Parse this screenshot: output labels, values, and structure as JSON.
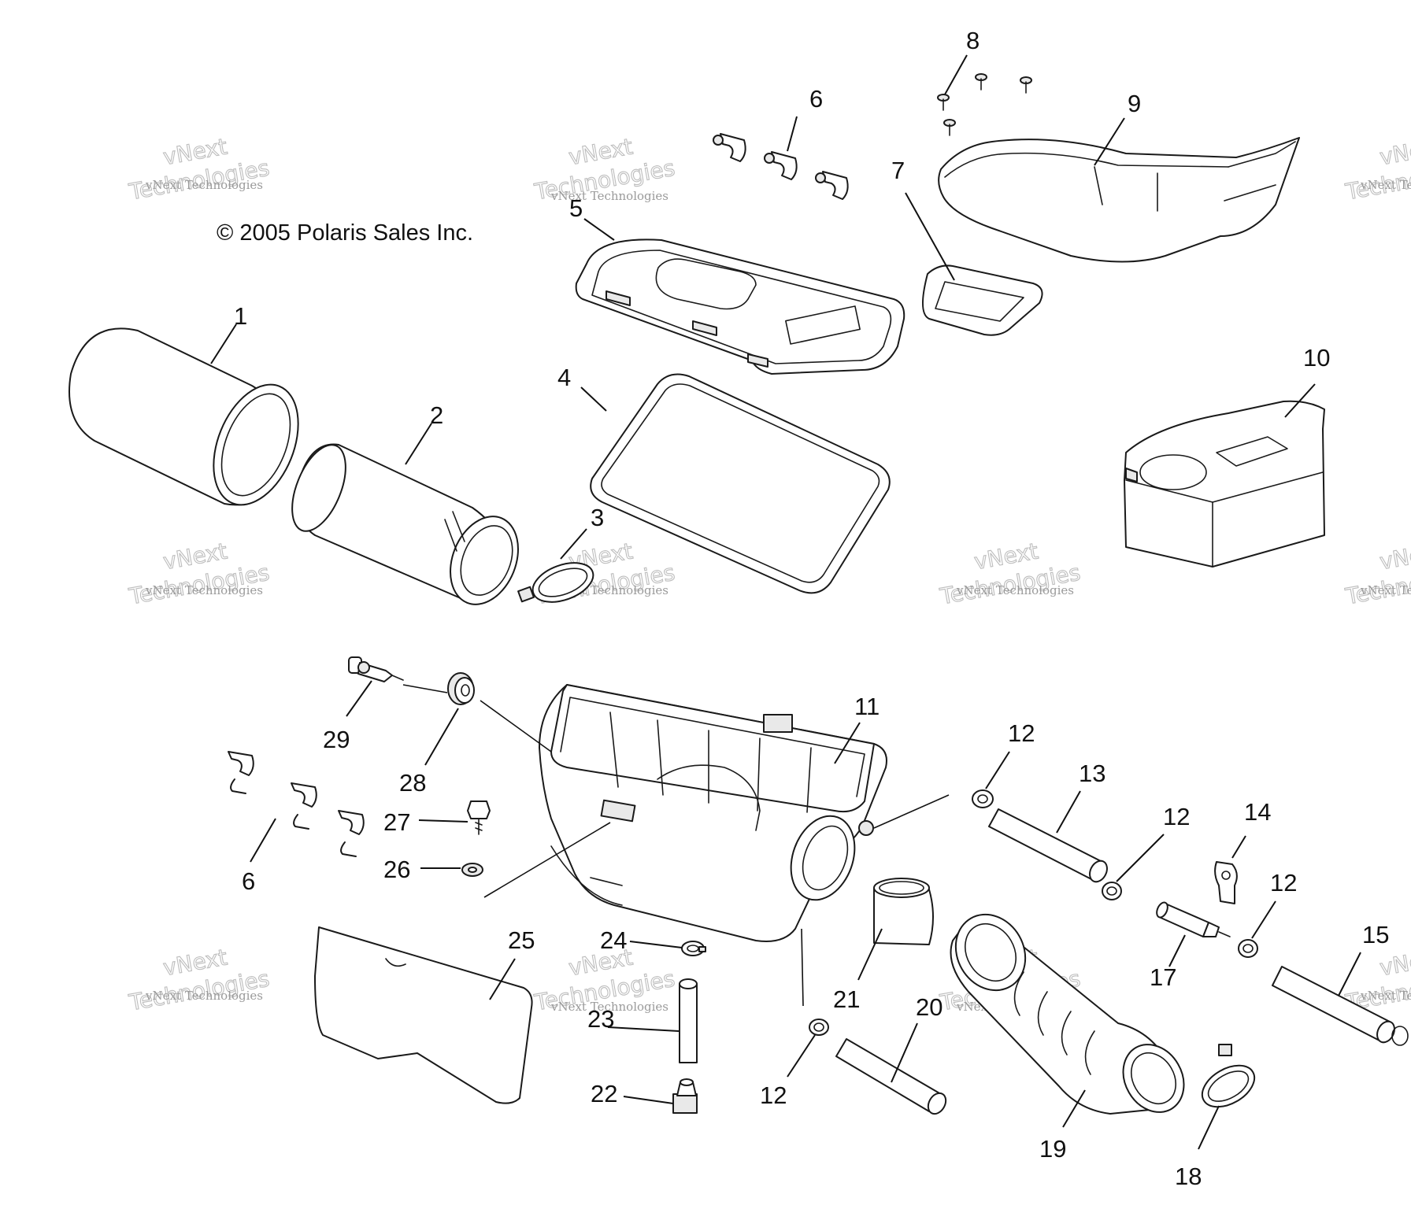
{
  "copyright": "© 2005 Polaris Sales Inc.",
  "watermark": {
    "line1": "vNext",
    "line2": "Technologies",
    "small": "vNext Technologies"
  },
  "callouts": {
    "c1": "1",
    "c2": "2",
    "c3": "3",
    "c4": "4",
    "c5": "5",
    "c6a": "6",
    "c6b": "6",
    "c7": "7",
    "c8": "8",
    "c9": "9",
    "c10": "10",
    "c11": "11",
    "c12a": "12",
    "c12b": "12",
    "c12c": "12",
    "c12d": "12",
    "c13": "13",
    "c14": "14",
    "c15": "15",
    "c17": "17",
    "c18": "18",
    "c19": "19",
    "c20": "20",
    "c21": "21",
    "c22": "22",
    "c23": "23",
    "c24": "24",
    "c25": "25",
    "c26": "26",
    "c27": "27",
    "c28": "28",
    "c29": "29"
  }
}
